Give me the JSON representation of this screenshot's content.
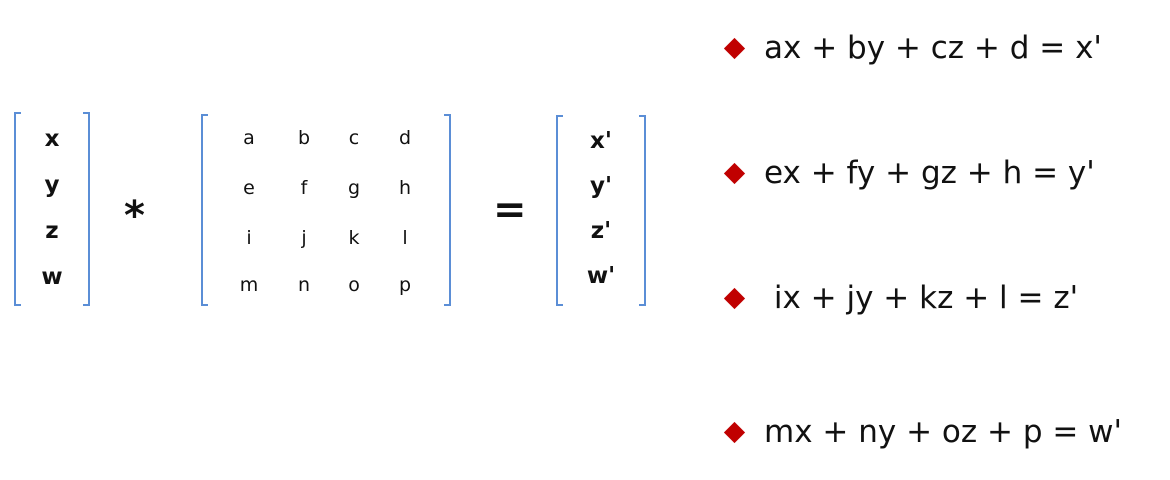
{
  "vector_in": [
    "x",
    "y",
    "z",
    "w"
  ],
  "multiply_symbol": "*",
  "matrix": [
    [
      "a",
      "b",
      "c",
      "d"
    ],
    [
      "e",
      "f",
      "g",
      "h"
    ],
    [
      "i",
      "j",
      "k",
      "l"
    ],
    [
      "m",
      "n",
      "o",
      "p"
    ]
  ],
  "equals_symbol": "=",
  "vector_out": [
    "x'",
    "y'",
    "z'",
    "w'"
  ],
  "equations": [
    "ax + by + cz + d = x'",
    "ex + fy + gz + h = y'",
    " ix + jy + kz + l = z'",
    "mx + ny + oz + p = w'"
  ],
  "colors": {
    "bracket": "#5b8ed6",
    "bullet": "#c00000"
  }
}
